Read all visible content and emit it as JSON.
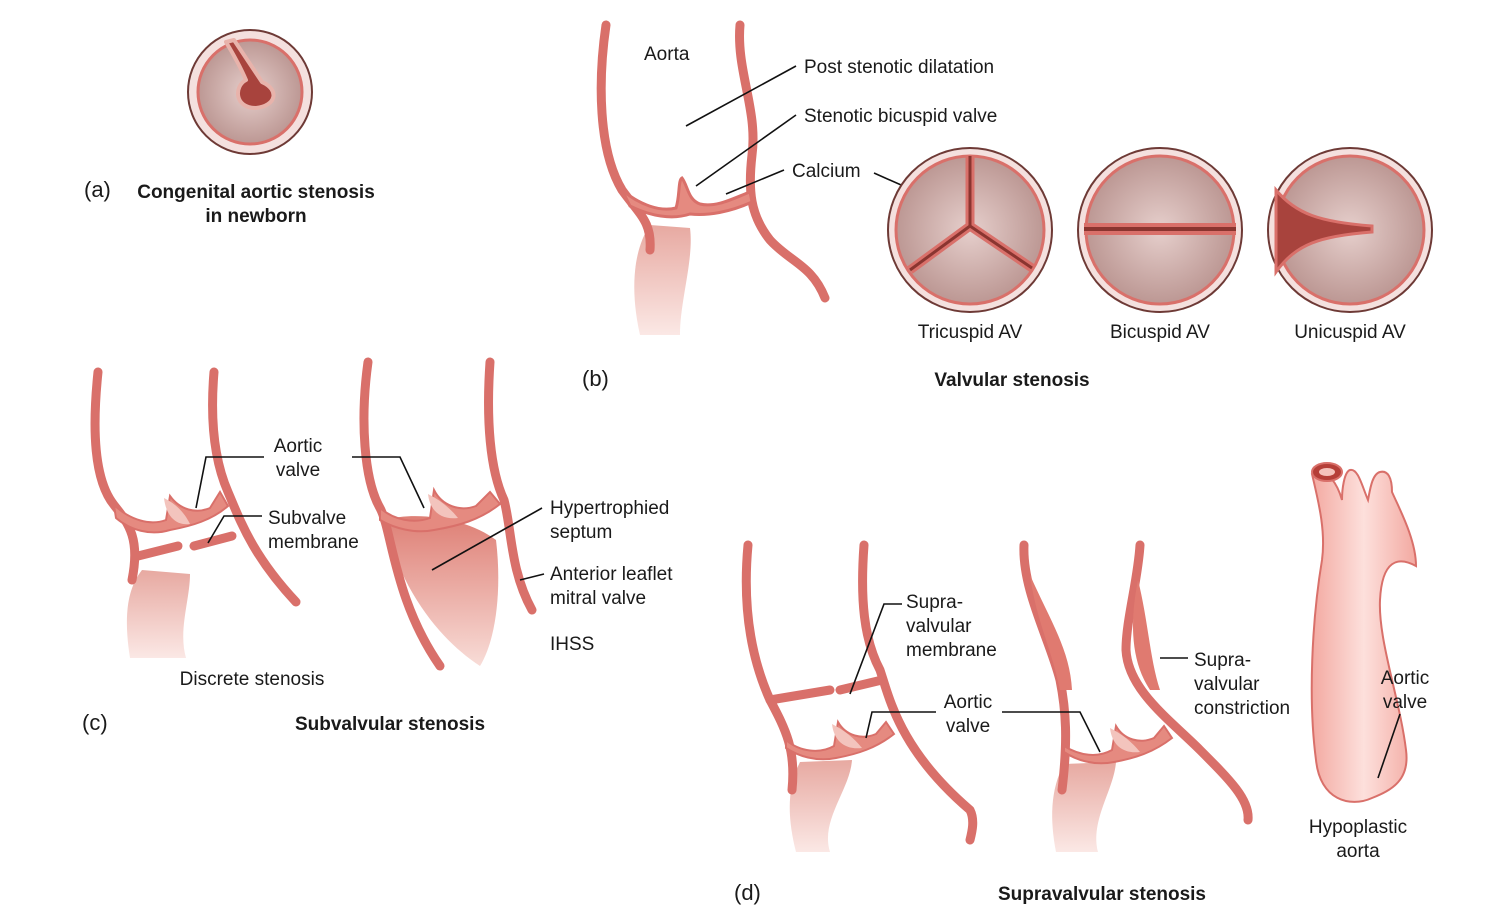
{
  "panel_a": {
    "letter": "(a)",
    "caption_line1": "Congenital aortic stenosis",
    "caption_line2": "in newborn"
  },
  "panel_b": {
    "letter": "(b)",
    "aorta": "Aorta",
    "post_stenotic": "Post stenotic dilatation",
    "stenotic_valve": "Stenotic bicuspid valve",
    "calcium": "Calcium",
    "tricuspid": "Tricuspid AV",
    "bicuspid": "Bicuspid AV",
    "unicuspid": "Unicuspid AV",
    "caption": "Valvular stenosis"
  },
  "panel_c": {
    "letter": "(c)",
    "aortic_valve_1": "Aortic",
    "aortic_valve_2": "valve",
    "subvalve_1": "Subvalve",
    "subvalve_2": "membrane",
    "hyper_1": "Hypertrophied",
    "hyper_2": "septum",
    "mitral_1": "Anterior leaflet",
    "mitral_2": "mitral valve",
    "ihss": "IHSS",
    "discrete": "Discrete stenosis",
    "caption": "Subvalvular stenosis"
  },
  "panel_d": {
    "letter": "(d)",
    "supra_mem_1": "Supra-",
    "supra_mem_2": "valvular",
    "supra_mem_3": "membrane",
    "aortic_valve_1": "Aortic",
    "aortic_valve_2": "valve",
    "supra_con_1": "Supra-",
    "supra_con_2": "valvular",
    "supra_con_3": "constriction",
    "aortic_valve_r1": "Aortic",
    "aortic_valve_r2": "valve",
    "hypo_1": "Hypoplastic",
    "hypo_2": "aorta",
    "caption": "Supravalvular stenosis"
  },
  "colors": {
    "wall": "#d9706a",
    "tissue": "#e89a8e",
    "lumen": "#c9a29e",
    "dark": "#a8433d",
    "ring": "#7a3a36"
  }
}
